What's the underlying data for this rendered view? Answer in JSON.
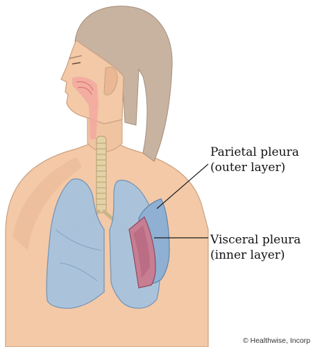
{
  "labels": {
    "parietal_title": "Parietal pleura",
    "parietal_sub": "(outer layer)",
    "visceral_title": "Visceral pleura",
    "visceral_sub": "(inner layer)"
  },
  "credit": "© Healthwise, Incorp",
  "colors": {
    "skin": "#f3c9a7",
    "skin_shadow": "#e7b28e",
    "hair": "#c8b3a0",
    "lung": "#a8c3dd",
    "lung_edge": "#6f93b8",
    "airway": "#e3d2a8",
    "pleura_inner": "#c77e92",
    "leader_line": "#1a1a1a"
  }
}
